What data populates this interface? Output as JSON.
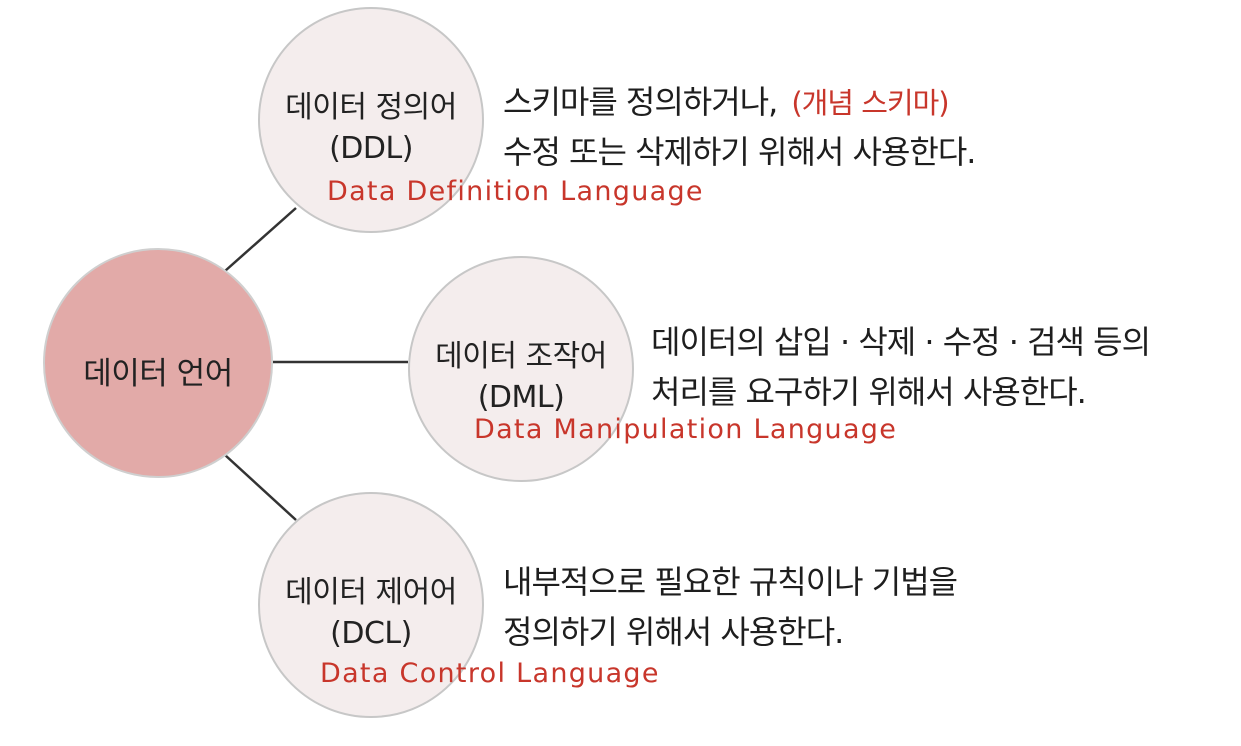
{
  "root": {
    "label": "데이터 언어"
  },
  "branches": [
    {
      "id": "ddl",
      "name": "데이터 정의어",
      "abbr": "(DDL)",
      "english": "Data Definition Language",
      "desc_line1": "스키마를 정의하거나,",
      "note": "(개념 스키마)",
      "desc_line2": "수정 또는 삭제하기 위해서 사용한다."
    },
    {
      "id": "dml",
      "name": "데이터 조작어",
      "abbr": "(DML)",
      "english": "Data Manipulation Language",
      "desc_line1": "데이터의 삽입 · 삭제 · 수정 · 검색 등의",
      "desc_line2": "처리를 요구하기 위해서 사용한다."
    },
    {
      "id": "dcl",
      "name": "데이터 제어어",
      "abbr": "(DCL)",
      "english": "Data Control Language",
      "desc_line1": "내부적으로 필요한 규칙이나 기법을",
      "desc_line2": "정의하기 위해서 사용한다."
    }
  ],
  "colors": {
    "root_fill": "#e2aaa8",
    "child_fill": "#f4eded",
    "circle_border": "#c7c7c7",
    "accent_red": "#c8362b",
    "text": "#222222",
    "connector": "#333333"
  }
}
